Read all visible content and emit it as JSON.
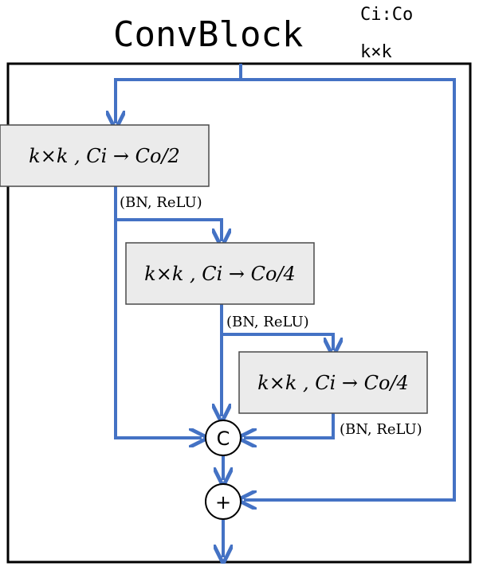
{
  "title": {
    "main": "ConvBlock",
    "superscript": "Ci:Co",
    "subscript": "k×k"
  },
  "blocks": [
    {
      "label": "k×k , Ci → Co/2",
      "activation": "(BN, ReLU)"
    },
    {
      "label": "k×k , Ci → Co/4",
      "activation": "(BN, ReLU)"
    },
    {
      "label": "k×k , Ci → Co/4",
      "activation": "(BN, ReLU)"
    }
  ],
  "nodes": {
    "concat": "C",
    "add": "+"
  },
  "colors": {
    "edge": "#4472C4",
    "block_fill": "#EBEBEB",
    "frame": "#000000"
  }
}
